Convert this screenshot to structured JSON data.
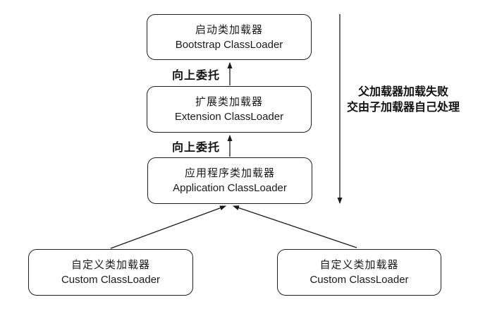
{
  "diagram": {
    "nodes": {
      "bootstrap": {
        "zh": "启动类加载器",
        "en": "Bootstrap ClassLoader"
      },
      "extension": {
        "zh": "扩展类加载器",
        "en": "Extension ClassLoader"
      },
      "application": {
        "zh": "应用程序类加载器",
        "en": "Application ClassLoader"
      },
      "custom_left": {
        "zh": "自定义类加载器",
        "en": "Custom ClassLoader"
      },
      "custom_right": {
        "zh": "自定义类加载器",
        "en": "Custom ClassLoader"
      }
    },
    "edge_labels": {
      "delegate_up_1": "向上委托",
      "delegate_up_2": "向上委托"
    },
    "side_note": {
      "line1": "父加载器加载失败",
      "line2": "交由子加载器自己处理"
    },
    "colors": {
      "background": "#ffffff",
      "stroke": "#1f1f1f",
      "text": "#1a1a1a"
    }
  }
}
